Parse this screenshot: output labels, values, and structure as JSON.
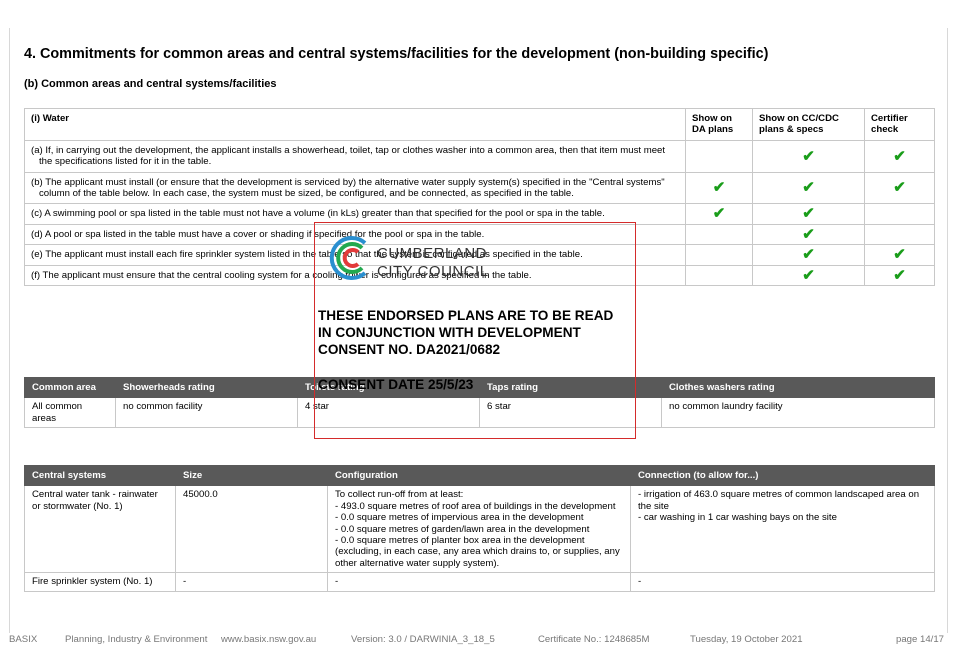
{
  "section_title": "4. Commitments for common areas and central systems/facilities for the development (non-building specific)",
  "subsection_title": "(b) Common areas and central systems/facilities",
  "water_table": {
    "headers": [
      "(i) Water",
      "Show on DA plans",
      "Show on CC/CDC plans & specs",
      "Certifier check"
    ],
    "rows": [
      {
        "text": "(a) If, in carrying out the development, the applicant installs a showerhead, toilet, tap or clothes washer into a common area, then that item must meet the specifications listed for it in the table.",
        "checks": [
          false,
          true,
          true
        ]
      },
      {
        "text": "(b) The applicant must install (or ensure that the development is serviced by) the alternative water supply system(s) specified in the \"Central systems\" column of the table below. In each case, the system must be sized, be configured, and be connected, as specified in the table.",
        "checks": [
          true,
          true,
          true
        ]
      },
      {
        "text": "(c) A swimming pool or spa listed in the table must not have a volume (in kLs) greater than that specified for the pool or spa in the table.",
        "checks": [
          true,
          true,
          false
        ]
      },
      {
        "text": "(d) A pool or spa listed in the table must have a cover or shading if specified for the pool or spa in the table.",
        "checks": [
          false,
          true,
          false
        ]
      },
      {
        "text": "(e) The applicant must install each fire sprinkler system listed in the table so that the system is configured as specified in the table.",
        "checks": [
          false,
          true,
          true
        ]
      },
      {
        "text": "(f) The applicant must ensure that the central cooling system for a cooling tower is configured as specified in the table.",
        "checks": [
          false,
          true,
          true
        ]
      }
    ]
  },
  "check_glyph": "✔",
  "check_color": "#1a9d1a",
  "common_table": {
    "headers": [
      "Common area",
      "Showerheads rating",
      "Toilets rating",
      "Taps rating",
      "Clothes washers rating"
    ],
    "rows": [
      [
        "All common areas",
        "no common facility",
        "4 star",
        "6 star",
        "no common laundry facility"
      ]
    ]
  },
  "central_table": {
    "headers": [
      "Central systems",
      "Size",
      "Configuration",
      "Connection (to allow for...)"
    ],
    "row1": {
      "system": "Central water tank - rainwater or stormwater (No. 1)",
      "size": "45000.0",
      "configuration": "To collect run-off from at least:\n - 493.0 square metres of roof area of buildings in the development\n- 0.0 square metres of impervious area in the development\n- 0.0 square metres of garden/lawn area in the development\n- 0.0 square metres of planter box area in the development\n(excluding, in each case, any area which drains to, or supplies, any other alternative water supply system).",
      "connection": "- irrigation of 463.0 square metres of common landscaped area on the site\n- car washing in 1 car washing bays on the site"
    },
    "row2": {
      "system": "Fire sprinkler system (No. 1)",
      "size": "-",
      "configuration": "-",
      "connection": "-"
    }
  },
  "stamp": {
    "council_line1": "CUMBERLAND",
    "council_line2": "CITY COUNCIL",
    "message_line1": "THESE ENDORSED PLANS ARE TO BE READ",
    "message_line2": "IN CONJUNCTION WITH DEVELOPMENT",
    "message_line3": "CONSENT NO. DA2021/0682",
    "date": "CONSENT DATE 25/5/23",
    "border_color": "#d42b2b",
    "logo_colors": [
      "#2a8fd0",
      "#23a94f",
      "#e23a3a",
      "#2a8fd0"
    ]
  },
  "footer": {
    "basix": "BASIX",
    "dept": "Planning, Industry & Environment",
    "website": "www.basix.nsw.gov.au",
    "version": "Version: 3.0 / DARWINIA_3_18_5",
    "certificate": "Certificate No.: 1248685M",
    "date": "Tuesday, 19 October 2021",
    "page": "page 14/17"
  }
}
